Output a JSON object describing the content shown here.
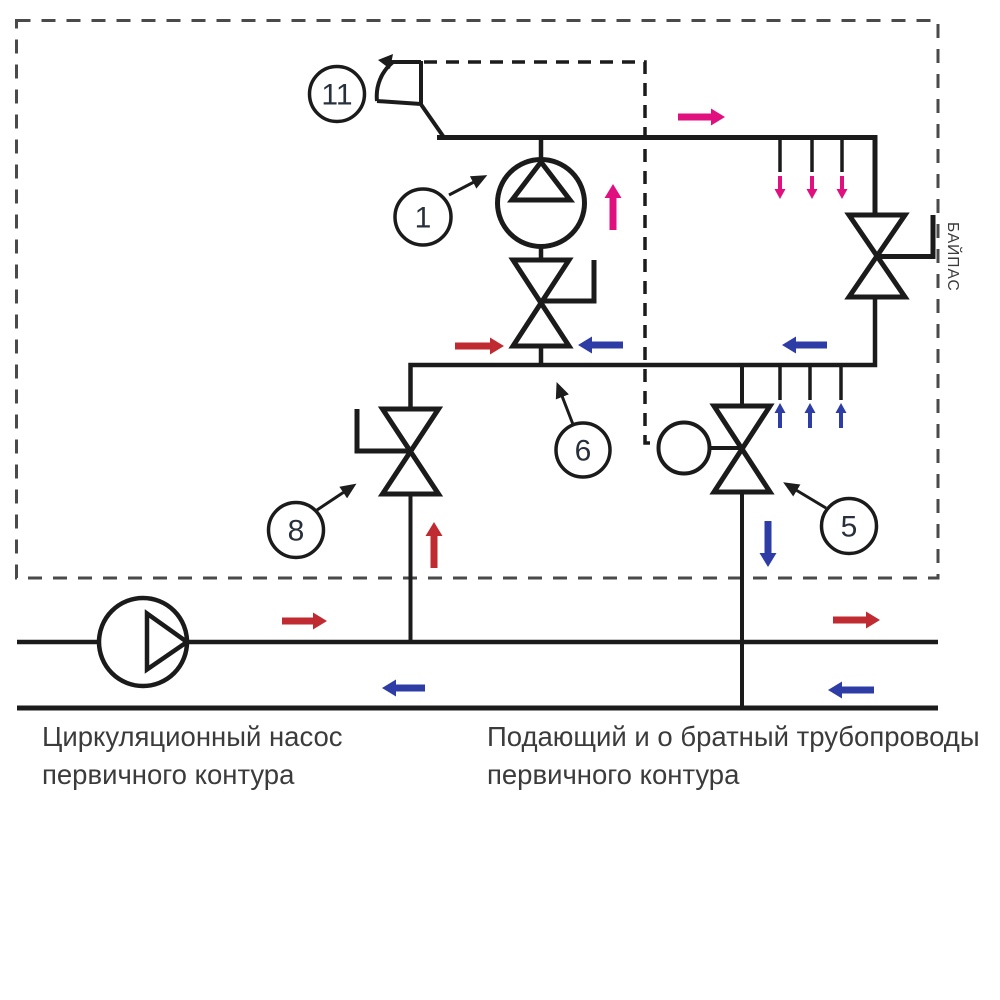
{
  "diagram": {
    "callouts": {
      "c11": "11",
      "c1": "1",
      "c6": "6",
      "c8": "8",
      "c5": "5"
    },
    "bypass_label": "БАЙПАС",
    "captions": {
      "pump_line1": "Циркуляционный насос",
      "pump_line2": "первичного контура",
      "pipes_line1": "Подающий и о братный трубопроводы",
      "pipes_line2": "первичного контура"
    },
    "colors": {
      "lines": "#1b1b1b",
      "boundary": "#4a4a4a",
      "supply_flow": "#bf2b31",
      "return_flow": "#2e3ca5",
      "secondary_flow": "#e0117f",
      "caption_text": "#3b3b3b",
      "callout_text": "#28303c"
    }
  }
}
